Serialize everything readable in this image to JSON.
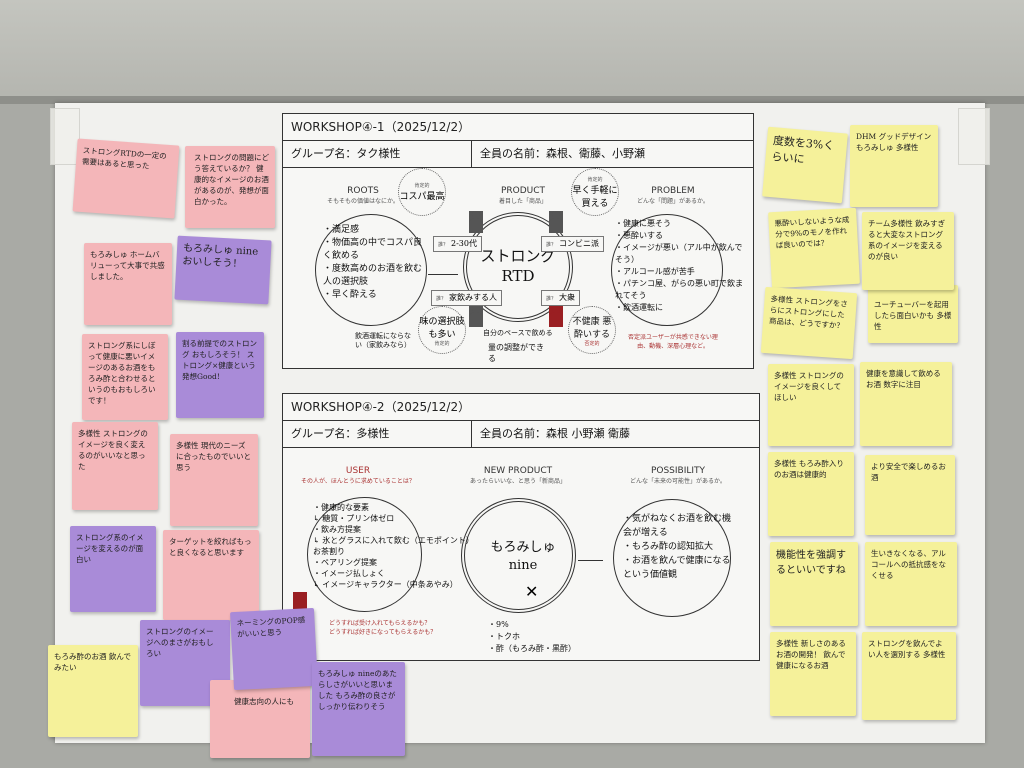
{
  "sheet1": {
    "title": "WORKSHOP④-1（2025/12/2）",
    "group_label": "グループ名：タク様性",
    "members_label": "全員の名前：森根、衛藤、小野瀬",
    "roots": {
      "heading": "ROOTS",
      "sub": "そもそもの価値はなにか。",
      "items": [
        "・満足感",
        "・物価高の中でコスパ良く飲める",
        "・度数高めのお酒を飲む人の選択肢",
        "・早く酔える"
      ]
    },
    "product": {
      "heading": "PRODUCT",
      "sub": "着目した「商品」",
      "center": "ストロング RTD"
    },
    "problem": {
      "heading": "PROBLEM",
      "sub": "どんな「問題」があるか。",
      "items": [
        "・健康に悪そう",
        "・悪酔いする",
        "・イメージが悪い（アル中が飲んでそう）",
        "・アルコール感が苦手",
        "・パチンコ屋、がらの悪い町で飲まれてそう",
        "・飲酒運転に"
      ],
      "note": "否定派ユーザーが共感できない理由、動機、深層心理など。"
    },
    "bubbles": [
      {
        "tag": "肯定的",
        "text": "コスパ最高"
      },
      {
        "tag": "肯定的",
        "text": "早く手軽に買える"
      },
      {
        "tag": "肯定的",
        "text": "味の選択肢も多い"
      },
      {
        "tag": "否定的",
        "text": "不健康 悪酔いする"
      }
    ],
    "who": [
      {
        "q": "誰？",
        "a": "2-30代"
      },
      {
        "q": "誰？",
        "a": "コンビニ派"
      },
      {
        "q": "誰？",
        "a": "家飲みする人"
      },
      {
        "q": "誰？",
        "a": "大衆"
      }
    ],
    "extra": [
      "飲酒運転にならない（家飲みなら）",
      "自分のペースで飲める",
      "量の調整ができる"
    ]
  },
  "sheet2": {
    "title": "WORKSHOP④-2（2025/12/2）",
    "group_label": "グループ名：多様性",
    "members_label": "全員の名前：森根 小野瀬 衛藤",
    "user": {
      "heading": "USER",
      "sub": "その人が、ほんとうに求めていることは？",
      "items": [
        "・健康的な要素",
        "↳ 糖質・プリン体ゼロ",
        "・飲み方提案",
        "↳ 氷とグラスに入れて飲む（エモポイント）",
        "お茶割り",
        "・ペアリング提案",
        "・イメージ払しょく",
        "↳ イメージキャラクター（中条あやみ）"
      ],
      "q1": "どうすれば受け入れてもらえるかも？",
      "q2": "どうすれば好きになってもらえるかも？"
    },
    "new_product": {
      "heading": "NEW PRODUCT",
      "sub": "あったらいいな、と思う「新商品」",
      "name": "もろみしゅ nine",
      "specs": [
        "・9%",
        "・トクホ",
        "・酢（もろみ酢・黒酢）"
      ]
    },
    "possibility": {
      "heading": "POSSIBILITY",
      "sub": "どんな「未来の可能性」があるか。",
      "items": [
        "・気がねなくお酒を飲む機会が増える",
        "・もろみ酢の認知拡大",
        "・お酒を飲んで健康になるという価値観"
      ]
    }
  },
  "stickies_left": [
    "ストロングRTDの一定の需要はあると思った",
    "ストロングの問題にどう答えているか？ 健康的なイメージのお酒があるのが、発想が面白かった。",
    "もろみしゅ ホームバリューって大事で共感しました。",
    "もろみしゅ nine おいしそう！",
    "ストロング系にしぼって健康に悪いイメージのあるお酒をもろみ酢と合わせるというのもおもしろいです！",
    "割る前提でのストロング おもしろそう！ ストロング×健康という発想Good!",
    "多様性 ストロングのイメージを良く変えるのがいいなと思った",
    "多様性 現代のニーズに合ったものでいいと思う",
    "ストロング系のイメージを変えるのが面白い",
    "ターゲットを絞ればもっと良くなると思います",
    "もろみ酢のお酒 飲んでみたい",
    "ストロングのイメージへのまさがおもしろい",
    "ネーミングのPOP感がいいと思う",
    "健康志向の人にも",
    "もろみしゅ nineのあたらしさがいいと思いました もろみ酢の良さがしっかり伝わりそう"
  ],
  "stickies_right": [
    "度数を3%くらいに",
    "DHM グッドデザインもろみしゅ 多様性",
    "悪酔いしないような成分で9%のモノを作れば良いのでは？",
    "チーム多様性 飲みすぎると大変なストロング系のイメージを変えるのが良い",
    "多様性 ストロングをさらにストロングにした商品は、どうですか？",
    "ユーチューバーを起用したら面白いかも 多様性",
    "多様性 ストロングのイメージを良くしてほしい",
    "健康を意識して飲めるお酒 数字に注目",
    "多様性 もろみ酢入りのお酒は健康的",
    "より安全で楽しめるお酒",
    "機能性を強調するといいですね",
    "生いきなくなる、アルコールへの抵抗感をなくせる",
    "多様性 新しさのあるお酒の開発！ 飲んで健康になるお酒",
    "ストロングを飲んでよい人を選別する 多様性"
  ],
  "colors": {
    "pink": "#f4b6b9",
    "purple": "#a98bd8",
    "yellow": "#f5f19a",
    "pawn_gray": "#555555",
    "pawn_red": "#9a1f22"
  }
}
